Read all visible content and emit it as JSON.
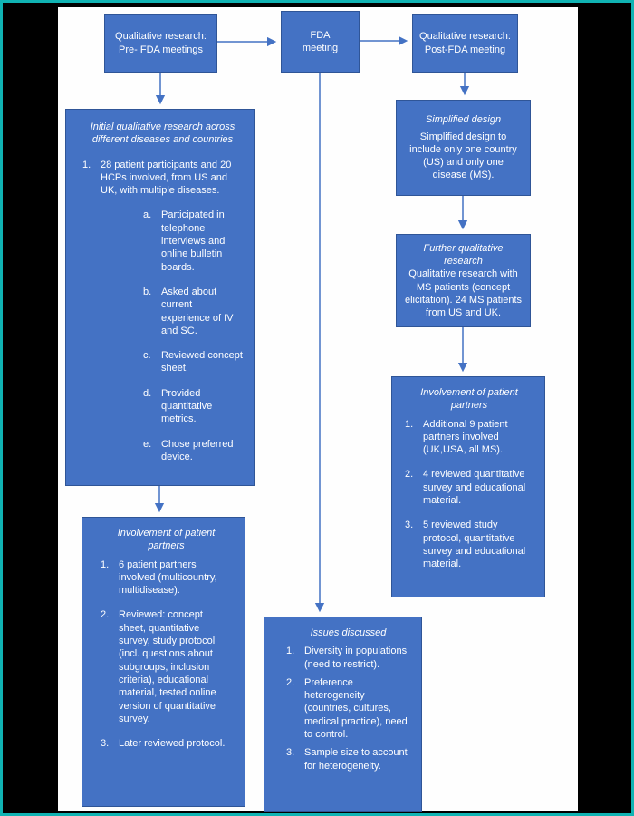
{
  "colors": {
    "frame": "#10b3b3",
    "background": "#000000",
    "paper": "#fefefe",
    "box_fill": "#4472c4",
    "box_border": "#2f5597",
    "arrow": "#4472c4",
    "text": "#ffffff"
  },
  "flowchart": {
    "top_row": {
      "pre_fda": {
        "line1": "Qualitative research:",
        "line2": "Pre- FDA meetings"
      },
      "fda": {
        "line1": "FDA",
        "line2": "meeting"
      },
      "post_fda": {
        "line1": "Qualitative research:",
        "line2": "Post-FDA meeting"
      }
    },
    "initial_research": {
      "title": "Initial qualitative research across different diseases and countries",
      "item1": {
        "num": "1.",
        "text": "28 patient participants and 20 HCPs involved, from US and UK, with multiple diseases."
      },
      "subitems": [
        {
          "num": "a.",
          "text": "Participated in telephone interviews and online bulletin boards."
        },
        {
          "num": "b.",
          "text": "Asked about current experience of IV and SC."
        },
        {
          "num": "c.",
          "text": "Reviewed  concept sheet."
        },
        {
          "num": "d.",
          "text": "Provided quantitative metrics."
        },
        {
          "num": "e.",
          "text": "Chose preferred device."
        }
      ]
    },
    "left_involvement": {
      "title": "Involvement of patient partners",
      "items": [
        {
          "num": "1.",
          "text": "6 patient partners involved (multicountry, multidisease)."
        },
        {
          "num": "2.",
          "text": "Reviewed: concept sheet, quantitative survey, study protocol (incl. questions about subgroups, inclusion criteria), educational material, tested online version of quantitative survey."
        },
        {
          "num": "3.",
          "text": "Later reviewed protocol."
        }
      ]
    },
    "simplified_design": {
      "title": "Simplified design",
      "body": "Simplified design to include only one country (US) and only one disease (MS)."
    },
    "further_research": {
      "title": "Further qualitative research",
      "body": "Qualitative research with MS patients (concept elicitation). 24 MS patients from US and UK."
    },
    "right_involvement": {
      "title": "Involvement of patient partners",
      "items": [
        {
          "num": "1.",
          "text": "Additional 9 patient partners involved (UK,USA, all MS)."
        },
        {
          "num": "2.",
          "text": "4 reviewed quantitative survey and educational material."
        },
        {
          "num": "3.",
          "text": "5 reviewed study protocol, quantitative survey and educational material."
        }
      ]
    },
    "issues": {
      "title": "Issues discussed",
      "items": [
        {
          "num": "1.",
          "text": "Diversity in populations (need to restrict)."
        },
        {
          "num": "2.",
          "text": "Preference heterogeneity (countries, cultures, medical practice), need to control."
        },
        {
          "num": "3.",
          "text": "Sample size to account for heterogeneity."
        }
      ]
    }
  }
}
